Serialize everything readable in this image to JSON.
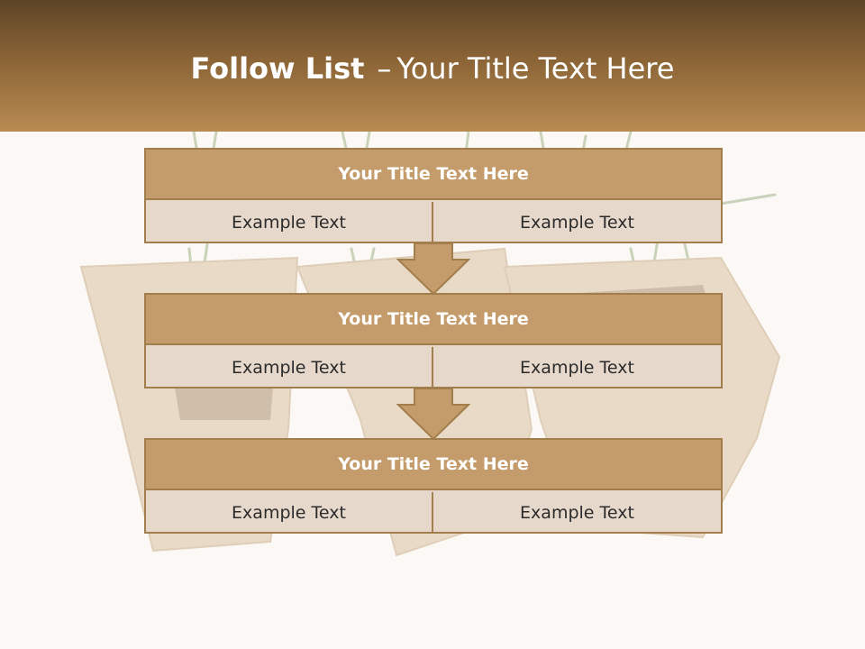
{
  "slide": {
    "title_bold": "Follow List",
    "title_separator": "–",
    "title_rest": "Your Title Text Here"
  },
  "blocks": [
    {
      "title": "Your Title Text Here",
      "left_text": "Example Text",
      "right_text": "Example Text"
    },
    {
      "title": "Your Title Text Here",
      "left_text": "Example Text",
      "right_text": "Example Text"
    },
    {
      "title": "Your Title Text Here",
      "left_text": "Example Text",
      "right_text": "Example Text"
    }
  ],
  "colors": {
    "header_dark": "#5e4427",
    "header_light": "#b88b52",
    "block_head": "#c49b6a",
    "block_body": "#e6d8cb",
    "border": "#a27e4c",
    "background": "#fcf8f5"
  },
  "background_image": "peat-pots-with-seedlings"
}
